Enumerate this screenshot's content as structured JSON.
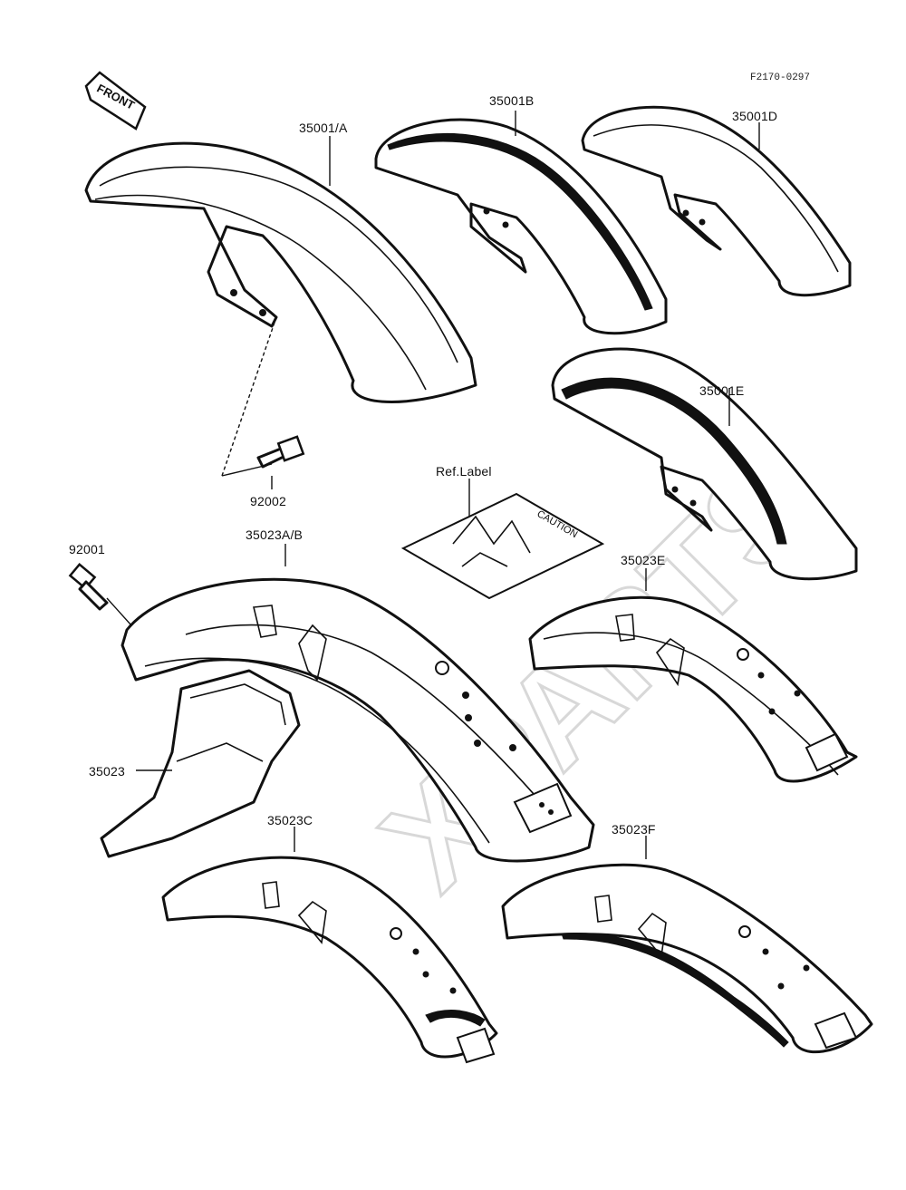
{
  "diagram": {
    "code": "F2170-0297",
    "front_label": "FRONT",
    "watermark": "XPARTS",
    "ref_label": "Ref.Label",
    "caution_text": "CAUTION",
    "parts": {
      "p35001A": "35001/A",
      "p35001B": "35001B",
      "p35001D": "35001D",
      "p35001E": "35001E",
      "p92002": "92002",
      "p92001": "92001",
      "p35023AB": "35023A/B",
      "p35023E": "35023E",
      "p35023": "35023",
      "p35023C": "35023C",
      "p35023F": "35023F"
    }
  }
}
